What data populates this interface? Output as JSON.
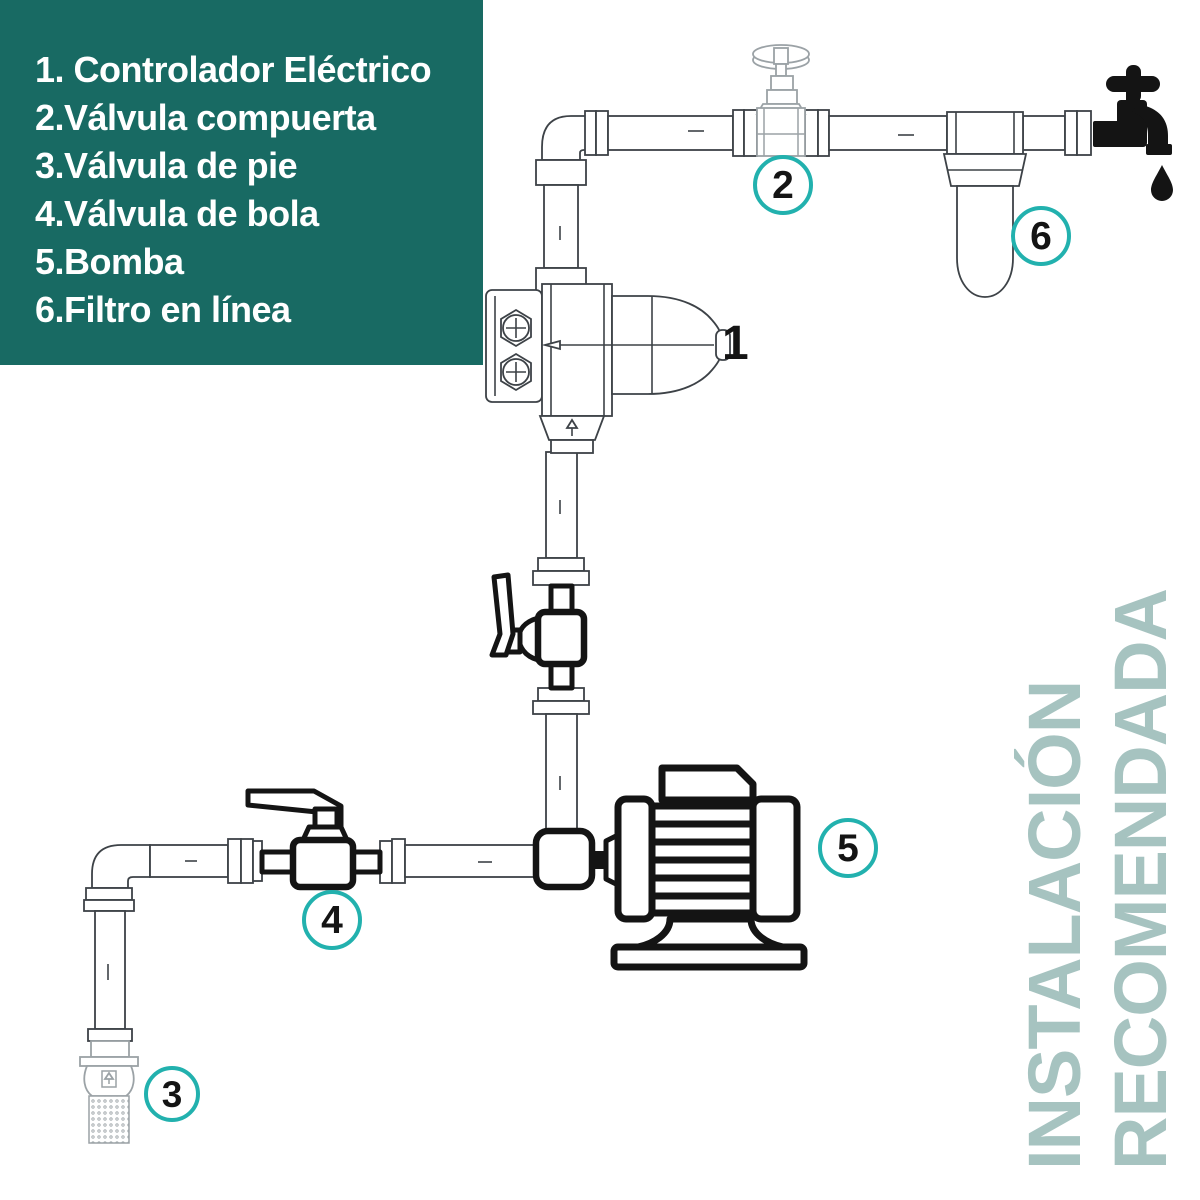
{
  "legend": {
    "items": [
      "1. Controlador Eléctrico",
      "2.Válvula compuerta",
      "3.Válvula de pie",
      "4.Válvula de bola",
      "5.Bomba",
      "6.Filtro en línea"
    ]
  },
  "watermark": {
    "line1": "INSTALACIÓN",
    "line2": "RECOMENDADA"
  },
  "callouts": {
    "controller": "1",
    "gate_valve": "2",
    "foot_valve": "3",
    "ball_valve": "4",
    "pump": "5",
    "inline_filter": "6"
  },
  "colors": {
    "legend_bg": "#186A63",
    "callout_ring": "#22B1AE",
    "watermark": "#A6C3C0",
    "line_heavy": "#141414",
    "line_light": "#9BA2A6",
    "line_pipe": "#3D4247"
  }
}
